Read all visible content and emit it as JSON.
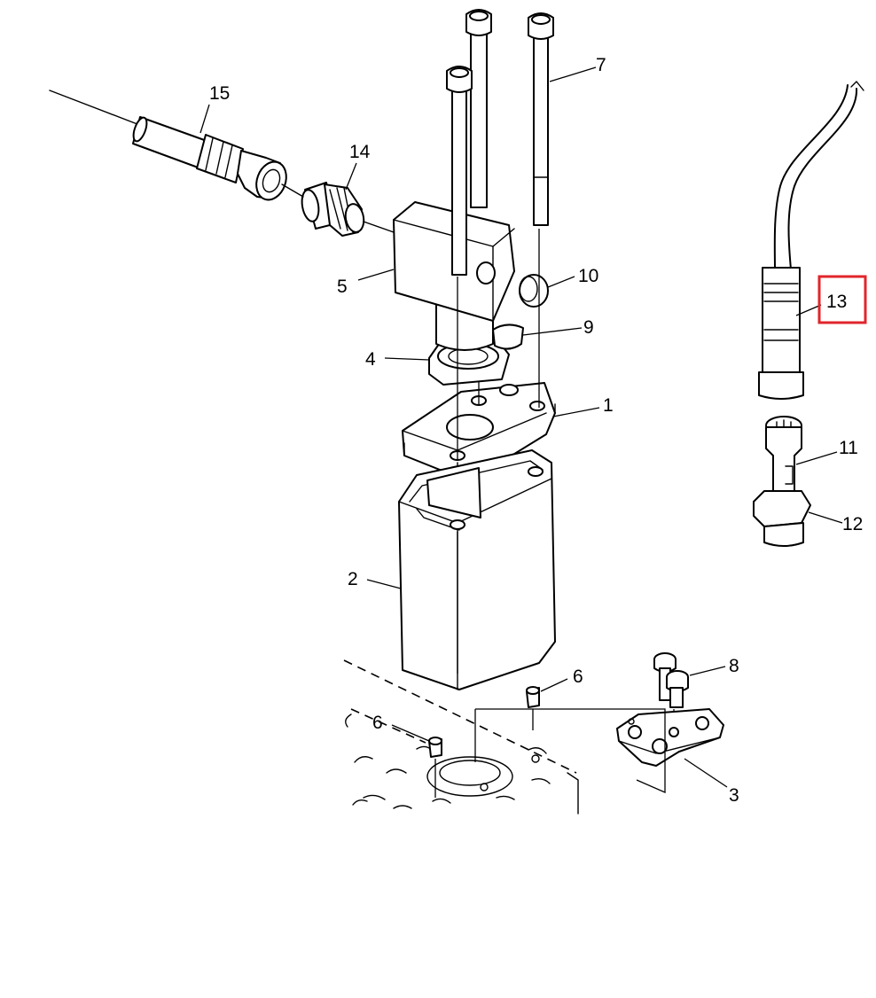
{
  "labels": {
    "p1": "1",
    "p2": "2",
    "p3": "3",
    "p4": "4",
    "p5": "5",
    "p6a": "6",
    "p6b": "6",
    "p7": "7",
    "p8": "8",
    "p9": "9",
    "p10": "10",
    "p11": "11",
    "p12": "12",
    "p13": "13",
    "p14": "14",
    "p15": "15"
  },
  "highlighted_part": "13",
  "colors": {
    "line": "#000000",
    "background": "#ffffff",
    "highlight": "#e0252b"
  }
}
